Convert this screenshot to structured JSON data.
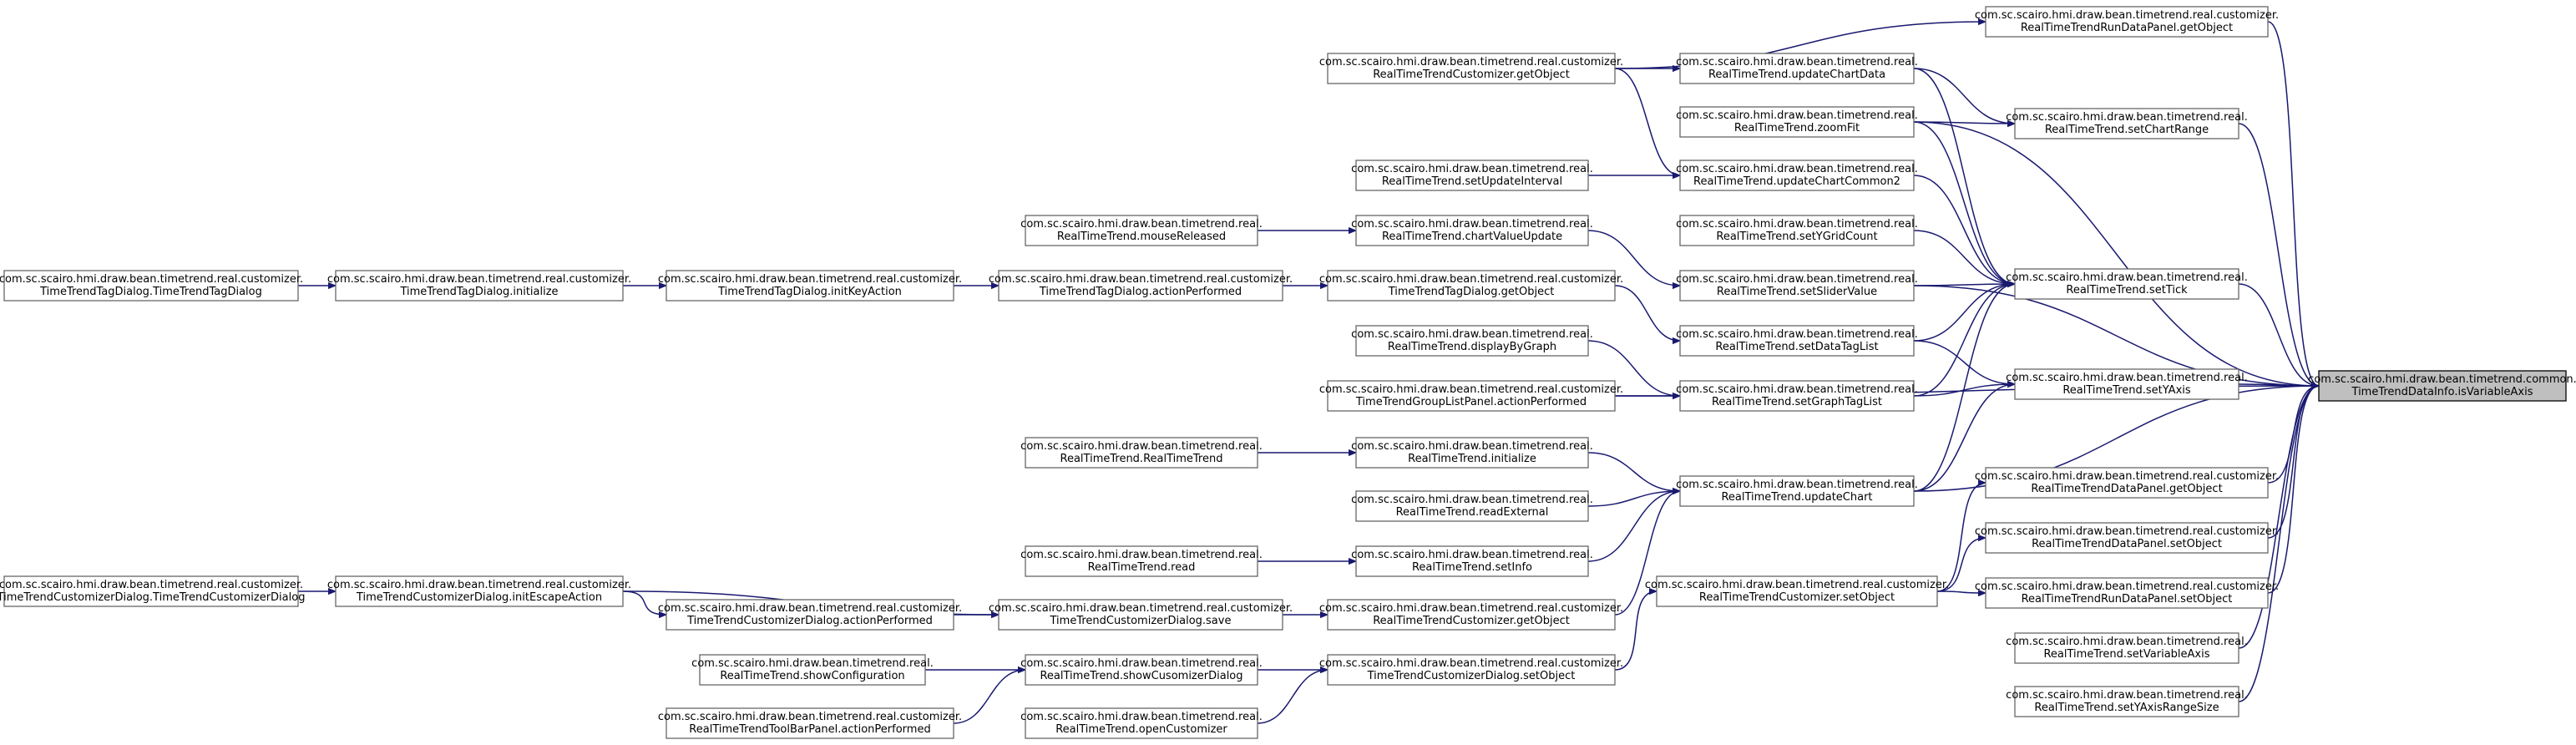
{
  "nodes": {
    "target": [
      "com.sc.scairo.hmi.draw.bean.timetrend.common.",
      "TimeTrendDataInfo.isVariableAxis"
    ],
    "rtrdp_get": [
      "com.sc.scairo.hmi.draw.bean.timetrend.real.customizer.",
      "RealTimeTrendRunDataPanel.getObject"
    ],
    "setChartRange": [
      "com.sc.scairo.hmi.draw.bean.timetrend.real.",
      "RealTimeTrend.setChartRange"
    ],
    "setTick": [
      "com.sc.scairo.hmi.draw.bean.timetrend.real.",
      "RealTimeTrend.setTick"
    ],
    "setYAxis": [
      "com.sc.scairo.hmi.draw.bean.timetrend.real.",
      "RealTimeTrend.setYAxis"
    ],
    "rtdp_get": [
      "com.sc.scairo.hmi.draw.bean.timetrend.real.customizer.",
      "RealTimeTrendDataPanel.getObject"
    ],
    "rtdp_set": [
      "com.sc.scairo.hmi.draw.bean.timetrend.real.customizer.",
      "RealTimeTrendDataPanel.setObject"
    ],
    "rtrdp_set": [
      "com.sc.scairo.hmi.draw.bean.timetrend.real.customizer.",
      "RealTimeTrendRunDataPanel.setObject"
    ],
    "setVariableAxis": [
      "com.sc.scairo.hmi.draw.bean.timetrend.real.",
      "RealTimeTrend.setVariableAxis"
    ],
    "setYAxisRangeSize": [
      "com.sc.scairo.hmi.draw.bean.timetrend.real.",
      "RealTimeTrend.setYAxisRangeSize"
    ],
    "updateChartData": [
      "com.sc.scairo.hmi.draw.bean.timetrend.real.",
      "RealTimeTrend.updateChartData"
    ],
    "zoomFit": [
      "com.sc.scairo.hmi.draw.bean.timetrend.real.",
      "RealTimeTrend.zoomFit"
    ],
    "updateChartCommon2": [
      "com.sc.scairo.hmi.draw.bean.timetrend.real.",
      "RealTimeTrend.updateChartCommon2"
    ],
    "setYGridCount": [
      "com.sc.scairo.hmi.draw.bean.timetrend.real.",
      "RealTimeTrend.setYGridCount"
    ],
    "setSliderValue": [
      "com.sc.scairo.hmi.draw.bean.timetrend.real.",
      "RealTimeTrend.setSliderValue"
    ],
    "setDataTagList": [
      "com.sc.scairo.hmi.draw.bean.timetrend.real.",
      "RealTimeTrend.setDataTagList"
    ],
    "setGraphTagList": [
      "com.sc.scairo.hmi.draw.bean.timetrend.real.",
      "RealTimeTrend.setGraphTagList"
    ],
    "updateChart": [
      "com.sc.scairo.hmi.draw.bean.timetrend.real.",
      "RealTimeTrend.updateChart"
    ],
    "rtc_setObject": [
      "com.sc.scairo.hmi.draw.bean.timetrend.real.customizer.",
      "RealTimeTrendCustomizer.setObject"
    ],
    "rtc_getObject_top": [
      "com.sc.scairo.hmi.draw.bean.timetrend.real.customizer.",
      "RealTimeTrendCustomizer.getObject"
    ],
    "setUpdateInterval": [
      "com.sc.scairo.hmi.draw.bean.timetrend.real.",
      "RealTimeTrend.setUpdateInterval"
    ],
    "chartValueUpdate": [
      "com.sc.scairo.hmi.draw.bean.timetrend.real.",
      "RealTimeTrend.chartValueUpdate"
    ],
    "ttd_getObject": [
      "com.sc.scairo.hmi.draw.bean.timetrend.real.customizer.",
      "TimeTrendTagDialog.getObject"
    ],
    "displayByGraph": [
      "com.sc.scairo.hmi.draw.bean.timetrend.real.",
      "RealTimeTrend.displayByGraph"
    ],
    "tglp_action": [
      "com.sc.scairo.hmi.draw.bean.timetrend.real.customizer.",
      "TimeTrendGroupListPanel.actionPerformed"
    ],
    "initialize_rt": [
      "com.sc.scairo.hmi.draw.bean.timetrend.real.",
      "RealTimeTrend.initialize"
    ],
    "readExternal": [
      "com.sc.scairo.hmi.draw.bean.timetrend.real.",
      "RealTimeTrend.readExternal"
    ],
    "setInfo": [
      "com.sc.scairo.hmi.draw.bean.timetrend.real.",
      "RealTimeTrend.setInfo"
    ],
    "rtc_getObject_bot": [
      "com.sc.scairo.hmi.draw.bean.timetrend.real.customizer.",
      "RealTimeTrendCustomizer.getObject"
    ],
    "ttcd_setObject": [
      "com.sc.scairo.hmi.draw.bean.timetrend.real.customizer.",
      "TimeTrendCustomizerDialog.setObject"
    ],
    "mouseReleased": [
      "com.sc.scairo.hmi.draw.bean.timetrend.real.",
      "RealTimeTrend.mouseReleased"
    ],
    "ttd_action": [
      "com.sc.scairo.hmi.draw.bean.timetrend.real.customizer.",
      "TimeTrendTagDialog.actionPerformed"
    ],
    "rt_ctor": [
      "com.sc.scairo.hmi.draw.bean.timetrend.real.",
      "RealTimeTrend.RealTimeTrend"
    ],
    "read": [
      "com.sc.scairo.hmi.draw.bean.timetrend.real.",
      "RealTimeTrend.read"
    ],
    "ttcd_save": [
      "com.sc.scairo.hmi.draw.bean.timetrend.real.customizer.",
      "TimeTrendCustomizerDialog.save"
    ],
    "showCusomizerDialog": [
      "com.sc.scairo.hmi.draw.bean.timetrend.real.",
      "RealTimeTrend.showCusomizerDialog"
    ],
    "openCustomizer": [
      "com.sc.scairo.hmi.draw.bean.timetrend.real.",
      "RealTimeTrend.openCustomizer"
    ],
    "ttd_initKey": [
      "com.sc.scairo.hmi.draw.bean.timetrend.real.customizer.",
      "TimeTrendTagDialog.initKeyAction"
    ],
    "ttcd_action": [
      "com.sc.scairo.hmi.draw.bean.timetrend.real.customizer.",
      "TimeTrendCustomizerDialog.actionPerformed"
    ],
    "showConfiguration": [
      "com.sc.scairo.hmi.draw.bean.timetrend.real.",
      "RealTimeTrend.showConfiguration"
    ],
    "rttbp_action": [
      "com.sc.scairo.hmi.draw.bean.timetrend.real.customizer.",
      "RealTimeTrendToolBarPanel.actionPerformed"
    ],
    "ttd_initialize": [
      "com.sc.scairo.hmi.draw.bean.timetrend.real.customizer.",
      "TimeTrendTagDialog.initialize"
    ],
    "ttcd_initEscape": [
      "com.sc.scairo.hmi.draw.bean.timetrend.real.customizer.",
      "TimeTrendCustomizerDialog.initEscapeAction"
    ],
    "ttd_ctor": [
      "com.sc.scairo.hmi.draw.bean.timetrend.real.customizer.",
      "TimeTrendTagDialog.TimeTrendTagDialog"
    ],
    "ttcd_ctor": [
      "com.sc.scairo.hmi.draw.bean.timetrend.real.customizer.",
      "TimeTrendCustomizerDialog.TimeTrendCustomizerDialog"
    ]
  },
  "edges": [
    [
      "rtrdp_get",
      "target"
    ],
    [
      "setChartRange",
      "target"
    ],
    [
      "setTick",
      "target"
    ],
    [
      "setYAxis",
      "target"
    ],
    [
      "rtdp_get",
      "target"
    ],
    [
      "rtdp_set",
      "target"
    ],
    [
      "rtrdp_set",
      "target"
    ],
    [
      "setVariableAxis",
      "target"
    ],
    [
      "setYAxisRangeSize",
      "target"
    ],
    [
      "zoomFit",
      "target"
    ],
    [
      "setSliderValue",
      "target"
    ],
    [
      "tglp_action",
      "target"
    ],
    [
      "updateChart",
      "target"
    ],
    [
      "rtc_getObject_top",
      "rtrdp_get"
    ],
    [
      "updateChartData",
      "setChartRange"
    ],
    [
      "zoomFit",
      "setChartRange"
    ],
    [
      "updateChartData",
      "setTick"
    ],
    [
      "zoomFit",
      "setTick"
    ],
    [
      "updateChartCommon2",
      "setTick"
    ],
    [
      "setYGridCount",
      "setTick"
    ],
    [
      "setSliderValue",
      "setTick"
    ],
    [
      "setDataTagList",
      "setTick"
    ],
    [
      "setGraphTagList",
      "setTick"
    ],
    [
      "updateChart",
      "setTick"
    ],
    [
      "setDataTagList",
      "setYAxis"
    ],
    [
      "setGraphTagList",
      "setYAxis"
    ],
    [
      "updateChart",
      "setYAxis"
    ],
    [
      "rtc_setObject",
      "rtrdp_set"
    ],
    [
      "rtc_setObject",
      "rtdp_get"
    ],
    [
      "rtc_setObject",
      "rtdp_set"
    ],
    [
      "rtc_getObject_top",
      "updateChartData"
    ],
    [
      "rtc_getObject_top",
      "updateChartCommon2"
    ],
    [
      "setUpdateInterval",
      "updateChartCommon2"
    ],
    [
      "chartValueUpdate",
      "setSliderValue"
    ],
    [
      "ttd_getObject",
      "setDataTagList"
    ],
    [
      "displayByGraph",
      "setGraphTagList"
    ],
    [
      "tglp_action",
      "setGraphTagList"
    ],
    [
      "initialize_rt",
      "updateChart"
    ],
    [
      "readExternal",
      "updateChart"
    ],
    [
      "setInfo",
      "updateChart"
    ],
    [
      "rtc_getObject_bot",
      "updateChart"
    ],
    [
      "ttcd_setObject",
      "rtc_setObject"
    ],
    [
      "mouseReleased",
      "chartValueUpdate"
    ],
    [
      "ttd_action",
      "ttd_getObject"
    ],
    [
      "rt_ctor",
      "initialize_rt"
    ],
    [
      "read",
      "setInfo"
    ],
    [
      "ttcd_save",
      "rtc_getObject_bot"
    ],
    [
      "showCusomizerDialog",
      "ttcd_setObject"
    ],
    [
      "openCustomizer",
      "ttcd_setObject"
    ],
    [
      "ttd_initKey",
      "ttd_action"
    ],
    [
      "ttcd_action",
      "ttcd_save"
    ],
    [
      "ttcd_initEscape",
      "ttcd_save"
    ],
    [
      "showConfiguration",
      "showCusomizerDialog"
    ],
    [
      "rttbp_action",
      "showCusomizerDialog"
    ],
    [
      "ttd_initialize",
      "ttd_initKey"
    ],
    [
      "ttcd_initEscape",
      "ttcd_action"
    ],
    [
      "ttd_ctor",
      "ttd_initialize"
    ],
    [
      "ttcd_ctor",
      "ttcd_initEscape"
    ]
  ]
}
